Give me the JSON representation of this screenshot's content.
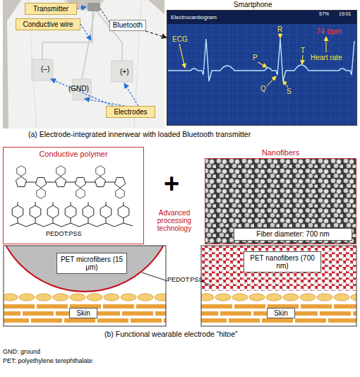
{
  "diagram": {
    "nodes": [
      {
        "text": [
          "Transmitter"
        ]
      },
      {
        "text": [
          "Conductive wire"
        ]
      },
      {
        "text": [
          "Bluetooth"
        ]
      },
      {
        "text": [
          "Electrodes"
        ]
      },
      {
        "text": [
          "Smartphone",
          "Electrocardiogram"
        ]
      },
      {
        "text": [
          "Conductive polymer",
          "PEDOT:PSS"
        ]
      },
      {
        "text": [
          "Nanofibers"
        ]
      },
      {
        "text": [
          "Fiber diameter: 700 nm"
        ],
        "in": 6
      },
      {
        "text": [
          "PET microfibers (15 μm)"
        ]
      },
      {
        "text": [
          "Skin"
        ]
      },
      {
        "text": [
          "PET nanofibers (700 nm)"
        ]
      },
      {
        "text": [
          "Skin"
        ]
      }
    ],
    "edges": [
      {
        "from": 2,
        "to": 4,
        "arrow": "to"
      }
    ],
    "labels": [
      "(–)",
      "(GND)",
      "(+)",
      "ECG",
      "R",
      "T",
      "P",
      "Q",
      "S",
      "Heart rate",
      "74 bpm",
      "57%",
      "19:01",
      "(a) Electrode-integrated innerwear with loaded Bluetooth transmitter",
      "+",
      "Advanced processing technology",
      "PEDOT:PSS",
      "(b) Functional wearable electrode “hitoe”",
      "GND: ground",
      "PET: polyethylene terephthalate"
    ]
  }
}
